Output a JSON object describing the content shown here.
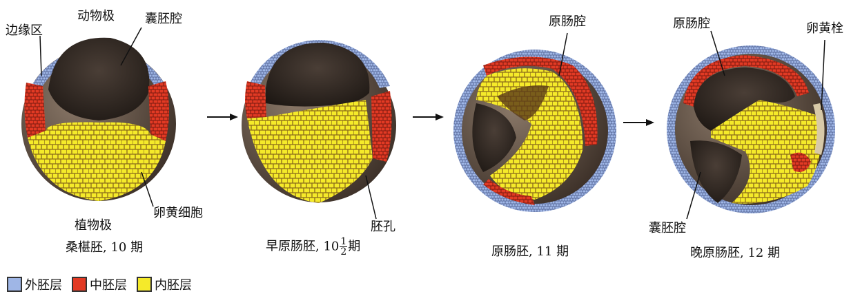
{
  "stages": [
    {
      "caption": "桑椹胚, 10 期",
      "labels": {
        "animal_pole": "动物极",
        "blastocoel": "囊胚腔",
        "marginal_zone": "边缘区",
        "yolk_cells": "卵黄细胞",
        "vegetal_pole": "植物极"
      }
    },
    {
      "caption_main": "早原肠胚, 10",
      "caption_num": "1",
      "caption_den": "2",
      "caption_tail": "期",
      "labels": {
        "blastopore": "胚孔"
      }
    },
    {
      "caption": "原肠胚, 11 期",
      "labels": {
        "archenteron": "原肠腔"
      }
    },
    {
      "caption": "晚原肠胚, 12 期",
      "labels": {
        "archenteron": "原肠腔",
        "yolk_plug": "卵黄栓",
        "blastocoel": "囊胚腔"
      }
    }
  ],
  "legend": [
    {
      "label": "外胚层",
      "color": "#9fb6e6"
    },
    {
      "label": "中胚层",
      "color": "#e23a24"
    },
    {
      "label": "内胚层",
      "color": "#f5ea2a"
    }
  ],
  "colors": {
    "ectoderm": "#9fb6e6",
    "mesoderm": "#e23a24",
    "endoderm": "#f5ea2a",
    "cavity": "#2b2420",
    "shell": "#5a4a3e"
  }
}
